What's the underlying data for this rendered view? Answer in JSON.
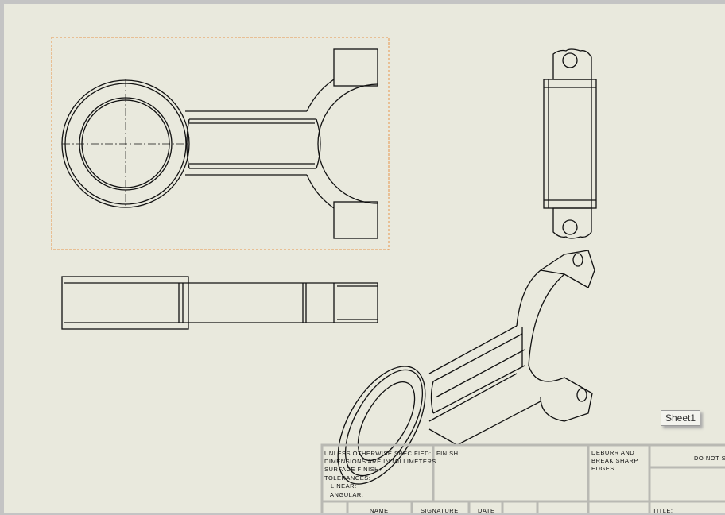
{
  "sheet_tab": "Sheet1",
  "title_block": {
    "unless_specified": "UNLESS OTHERWISE SPECIFIED:",
    "dimensions": "DIMENSIONS ARE IN MILLIMETERS",
    "surface_finish": "SURFACE FINISH:",
    "tolerances": "TOLERANCES:",
    "linear": "LINEAR:",
    "angular": "ANGULAR:",
    "finish": "FINISH:",
    "deburr": "DEBURR AND\nBREAK SHARP\nEDGES",
    "do_not_scale": "DO NOT S",
    "name": "NAME",
    "signature": "SIGNATURE",
    "date": "DATE",
    "title": "TITLE:"
  },
  "colors": {
    "sheet": "#e9e9dd",
    "selection": "#e8954a",
    "grid_lines": "#b9b9b3"
  }
}
